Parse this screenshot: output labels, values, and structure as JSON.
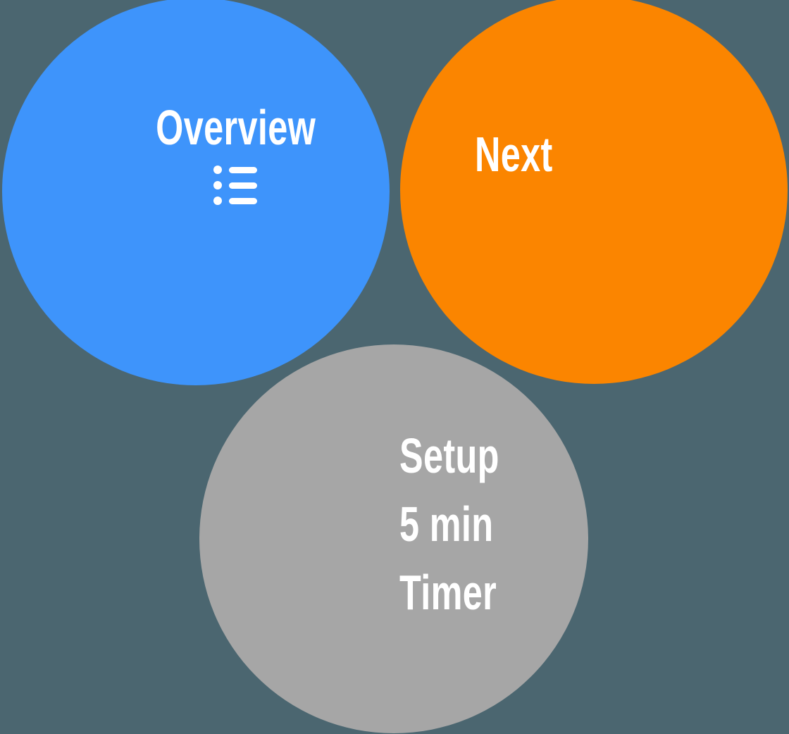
{
  "canvas": {
    "background_color": "#4B6670"
  },
  "circles": {
    "overview": {
      "label": "Overview",
      "color": "#3E94FB",
      "text_color": "#FFFFFF",
      "icon": "list-icon",
      "icon_color": "#FFFFFF"
    },
    "next": {
      "label": "Next",
      "color": "#FB8500",
      "text_color": "#FFFFFF"
    },
    "setup": {
      "lines": [
        "Setup",
        "5 min",
        "Timer"
      ],
      "color": "#A6A6A6",
      "text_color": "#FFFFFF"
    }
  }
}
